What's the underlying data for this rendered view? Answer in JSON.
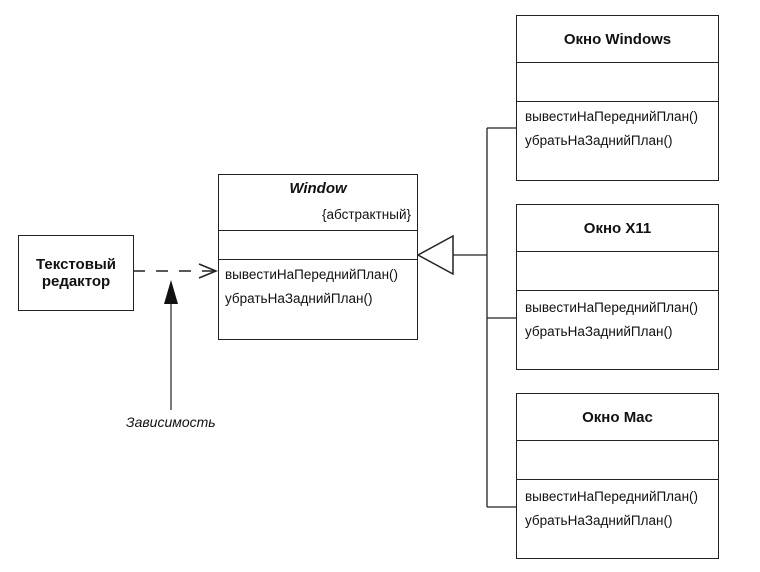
{
  "editor": {
    "label_line1": "Текстовый",
    "label_line2": "редактор"
  },
  "dependency": {
    "label": "Зависимость"
  },
  "window_class": {
    "name": "Window",
    "stereotype": "{абстрактный}",
    "operations": [
      "вывестиНаПереднийПлан()",
      "убратьНаЗаднийПлан()"
    ]
  },
  "subclasses": [
    {
      "name": "Окно Windows",
      "operations": [
        "вывестиНаПереднийПлан()",
        "убратьНаЗаднийПлан()"
      ]
    },
    {
      "name": "Окно X11",
      "operations": [
        "вывестиНаПереднийПлан()",
        "убратьНаЗаднийПлан()"
      ]
    },
    {
      "name": "Окно Mac",
      "operations": [
        "вывестиНаПереднийПлан()",
        "убратьНаЗаднийПлан()"
      ]
    }
  ]
}
